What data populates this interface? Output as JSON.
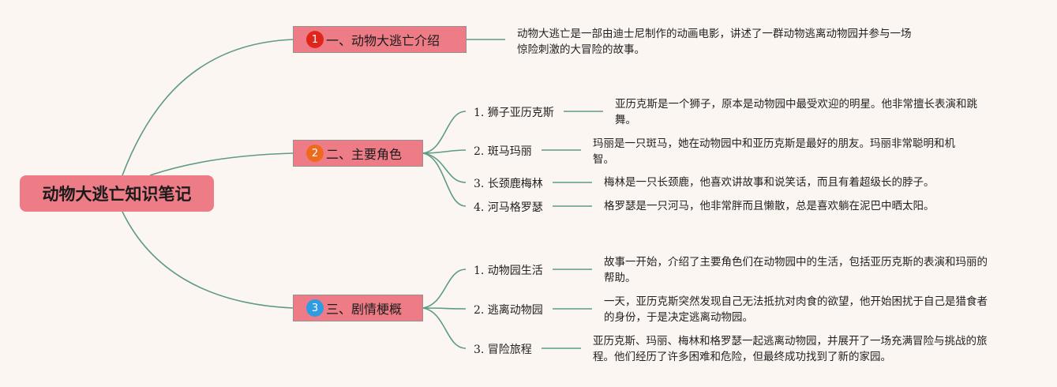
{
  "root": {
    "title": "动物大逃亡知识笔记"
  },
  "colors": {
    "link": "#5d9a87",
    "node": "#ee7c87",
    "badge1": "#e0261a",
    "badge2": "#ee6b1d",
    "badge3": "#2f9be0"
  },
  "topics": [
    {
      "num": "1",
      "title": "一、动物大逃亡介绍",
      "desc": "动物大逃亡是一部由迪士尼制作的动画电影，讲述了一群动物逃离动物园并参与一场惊险刺激的大冒险的故事。"
    },
    {
      "num": "2",
      "title": "二、主要角色",
      "items": [
        {
          "label": "1. 狮子亚历克斯",
          "desc": "亚历克斯是一个狮子，原本是动物园中最受欢迎的明星。他非常擅长表演和跳舞。"
        },
        {
          "label": "2. 斑马玛丽",
          "desc": "玛丽是一只斑马，她在动物园中和亚历克斯是最好的朋友。玛丽非常聪明和机智。"
        },
        {
          "label": "3. 长颈鹿梅林",
          "desc": "梅林是一只长颈鹿，他喜欢讲故事和说笑话，而且有着超级长的脖子。"
        },
        {
          "label": "4. 河马格罗瑟",
          "desc": "格罗瑟是一只河马，他非常胖而且懒散，总是喜欢躺在泥巴中晒太阳。"
        }
      ]
    },
    {
      "num": "3",
      "title": "三、剧情梗概",
      "items": [
        {
          "label": "1. 动物园生活",
          "desc": "故事一开始，介绍了主要角色们在动物园中的生活，包括亚历克斯的表演和玛丽的帮助。"
        },
        {
          "label": "2. 逃离动物园",
          "desc": "一天，亚历克斯突然发现自己无法抵抗对肉食的欲望，他开始困扰于自己是猎食者的身份，于是决定逃离动物园。"
        },
        {
          "label": "3. 冒险旅程",
          "desc": "亚历克斯、玛丽、梅林和格罗瑟一起逃离动物园，并展开了一场充满冒险与挑战的旅程。他们经历了许多困难和危险，但最终成功找到了新的家园。"
        }
      ]
    }
  ]
}
